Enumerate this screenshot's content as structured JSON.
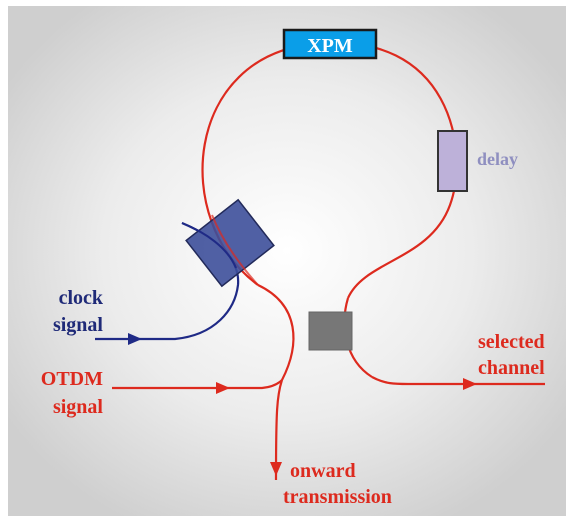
{
  "labels": {
    "xpm": "XPM",
    "delay": "delay",
    "clock_line1": "clock",
    "clock_line2": "signal",
    "otdm_line1": "OTDM",
    "otdm_line2": "signal",
    "selected_line1": "selected",
    "selected_line2": "channel",
    "onward_line1": "onward",
    "onward_line2": "transmission"
  },
  "colors": {
    "fiber": "#dd2a1e",
    "clock_line": "#1f2a86",
    "xpm_fill": "#0a9ee8",
    "delay_fill": "#bdb1d9",
    "coupler_fill": "#777777",
    "polarizer_fill": "#3d4f9a",
    "label_red": "#dd2a1e",
    "label_navy": "#1f2a78",
    "label_delay": "#8f8fc0"
  }
}
